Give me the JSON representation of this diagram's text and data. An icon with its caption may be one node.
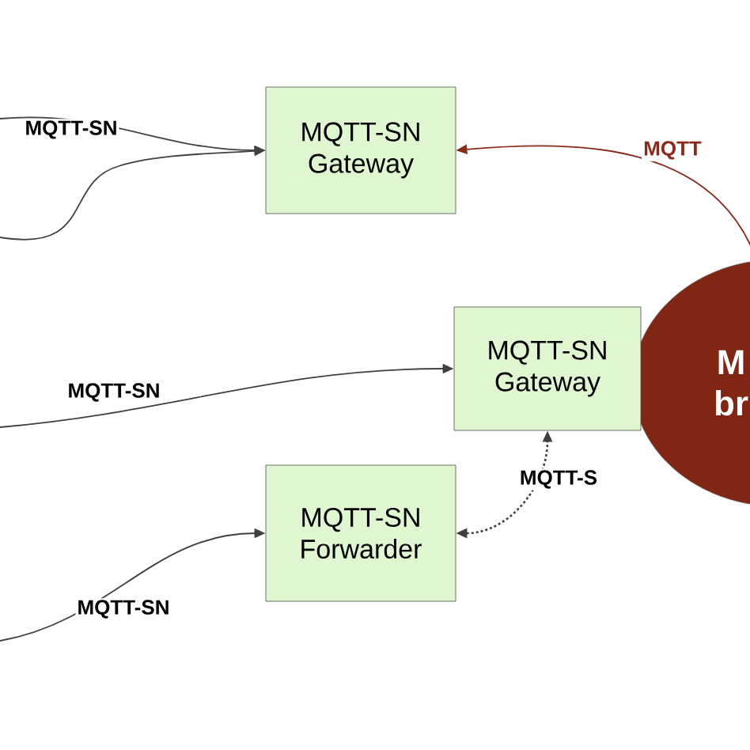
{
  "diagram": {
    "nodes": [
      {
        "text": [
          "MQTT-SN Gateway"
        ]
      },
      {
        "text": [
          "M br"
        ]
      },
      {
        "text": [
          "MQTT-SN Gateway"
        ]
      },
      {
        "text": [
          "MQTT-SN Forwarder"
        ]
      }
    ],
    "edges": [
      {
        "from": null,
        "to": 0,
        "arrow": "to",
        "label": "MQTT-SN"
      },
      {
        "from": null,
        "to": 0,
        "arrow": "to"
      },
      {
        "from": 1,
        "to": 0,
        "arrow": "to",
        "label": "MQTT",
        "color": "#8b2a1a"
      },
      {
        "from": null,
        "to": 2,
        "arrow": "to",
        "label": "MQTT-SN"
      },
      {
        "from": null,
        "to": 3,
        "arrow": "to",
        "label": "MQTT-SN"
      },
      {
        "from": 3,
        "to": 2,
        "arrow": "both",
        "label": "MQTT-S",
        "style": "dashed"
      }
    ]
  }
}
